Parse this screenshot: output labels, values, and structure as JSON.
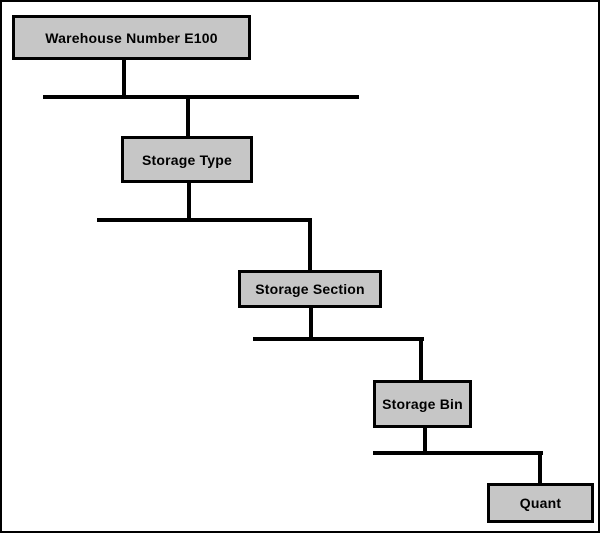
{
  "diagram": {
    "nodes": [
      {
        "id": "warehouse-number",
        "label": "Warehouse Number E100"
      },
      {
        "id": "storage-type",
        "label": "Storage Type"
      },
      {
        "id": "storage-section",
        "label": "Storage Section"
      },
      {
        "id": "storage-bin",
        "label": "Storage Bin"
      },
      {
        "id": "quant",
        "label": "Quant"
      }
    ],
    "colors": {
      "node_fill": "#c6c6c6",
      "node_border": "#000000",
      "connector": "#000000",
      "background": "#ffffff"
    }
  }
}
